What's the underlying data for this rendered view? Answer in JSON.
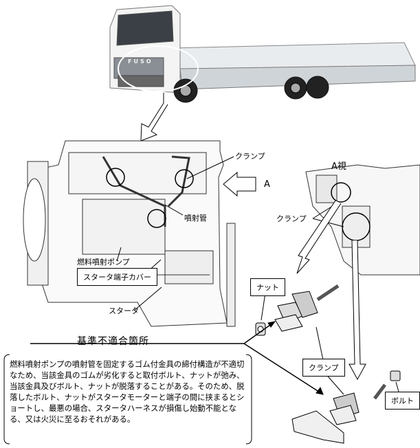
{
  "labels": {
    "clamp_engine": "クランプ",
    "view_a_arrow": "A",
    "injection_pipe": "噴射管",
    "fuel_injection_pump": "燃料噴射ポンプ",
    "starter_terminal_cover": "スタータ端子カバー",
    "starter": "スタータ",
    "view_a": "A視",
    "clamp_view_a": "クランプ",
    "nut": "ナット",
    "clamp_parts": "クランプ",
    "bolt": "ボルト"
  },
  "defect": {
    "title": "基準不適合箇所",
    "description": "燃料噴射ポンプの噴射管を固定するゴム付金具の締付構造が不適切なため、当該金具のゴムが劣化すると取付ボルト、ナットが弛み、当該金具及びボルト、ナットが脱落することがある。そのため、脱落したボルト、ナットがスタータモーターと端子の間に挟まるとショートし、最悪の場合、スタータハーネスが損傷し始動不能となる、又は火災に至るおそれがある。"
  },
  "truck": {
    "badge": "FUSO"
  }
}
